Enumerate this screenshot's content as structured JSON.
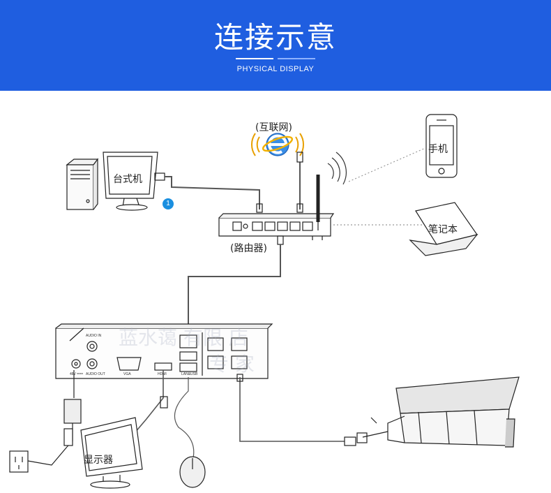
{
  "header": {
    "title": "连接示意",
    "subtitle": "PHYSICAL DISPLAY",
    "bg_color": "#1f5ee0"
  },
  "labels": {
    "internet": "(互联网)",
    "desktop": "台式机",
    "router": "(路由器)",
    "phone": "手机",
    "laptop": "笔记本",
    "monitor": "显示器",
    "marker": "1"
  },
  "nvr_labels": {
    "audio_in": "AUDIO IN",
    "audio_out": "AUDIO OUT",
    "power": "48V ===",
    "vga": "VGA",
    "hdmi": "HDMI",
    "lan_usb": "LAN&USB"
  },
  "watermark": {
    "line1": "蓝水蔼 有限 店",
    "line2": "专  家"
  },
  "icons": [
    "ie-icon",
    "wifi-signal-icon",
    "phone-icon",
    "laptop-icon",
    "desktop-pc-icon",
    "router-icon",
    "nvr-icon",
    "camera-icon",
    "mouse-icon",
    "power-outlet-icon",
    "power-adapter-icon",
    "monitor-icon"
  ]
}
